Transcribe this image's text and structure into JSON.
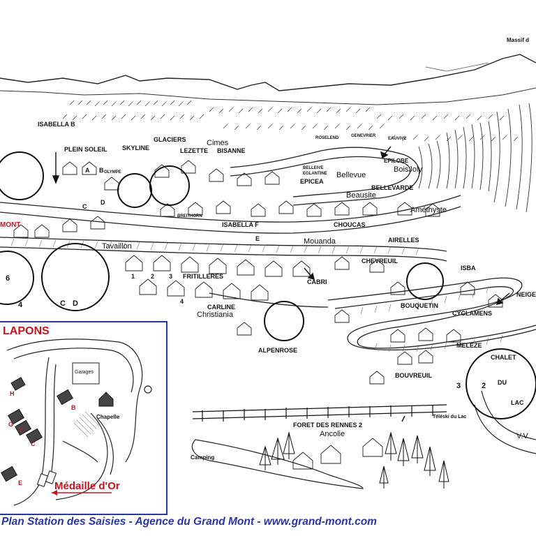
{
  "map": {
    "top_label": "Massif d",
    "areas": {
      "isabella_b": "ISABELLA B",
      "plein_soleil": "PLEIN SOLEIL",
      "olympe": "OLYMPE",
      "skyline": "SKYLINE",
      "glaciers": "GLACIERS",
      "cimes": "Cimes",
      "lezette": "LEZETTE",
      "bisanne": "BISANNE",
      "roselend": "ROSELEND",
      "genevrier": "GENEVRIER",
      "eauvive": "EAUVIVE",
      "epilobe": "EPILOBE",
      "boisjoly": "BoisJoly",
      "belleive": "BELLEIVE",
      "eglantine": "EGLANTINE",
      "bellevue": "Bellevue",
      "epicea": "EPICEA",
      "bellevarde": "BELLEVARDE",
      "beausite": "Beausite",
      "amethyste": "Améthyste",
      "breithorn": "BREITHORN",
      "isabella_f": "ISABELLA F",
      "choucas": "CHOUCAS",
      "mouanda": "Mouanda",
      "airelles": "AIRELLES",
      "mont": "MONT",
      "tavaillon": "Tavaillon",
      "chevreuil": "CHEVREUIL",
      "isba": "ISBA",
      "fritilleres": "FRITILLERES",
      "cabri": "CABRI",
      "bouquetin": "BOUQUETIN",
      "neige_dor": "NEIGE D'OR",
      "cyclamens": "CYCLAMENS",
      "carline": "CARLINE",
      "christiania": "Christiania",
      "alpenrose": "ALPENROSE",
      "meleze": "MELEZE",
      "chalet": "CHALET",
      "du": "DU",
      "lac": "LAC",
      "bouvreuil": "BOUVREUIL",
      "teleski": "Téléski du Lac",
      "foret": "FORET DES RENNES 2",
      "ancolie": "Ancolie",
      "camping": "Camping",
      "vv": "V.V"
    },
    "letters": {
      "a": "A",
      "b": "B",
      "c": "C",
      "d": "D",
      "e": "E",
      "n1": "1",
      "n2": "2",
      "n3": "3",
      "n4": "4",
      "n2b": "2",
      "n3b": "3",
      "n6": "6",
      "n4b": "4",
      "c_cd": "C",
      "d_cd": "D",
      "e2": "E"
    }
  },
  "inset": {
    "title": "LAPONS",
    "garages": "Garages",
    "chapelle": "Chapelle",
    "h": "H",
    "b": "B",
    "g": "G",
    "f": "F",
    "c": "C",
    "e": "E",
    "medaille": "Médaille d'Or"
  },
  "footer": {
    "text": "Plan Station des Saisies  -  Agence du Grand Mont  -  www.grand-mont.com"
  }
}
